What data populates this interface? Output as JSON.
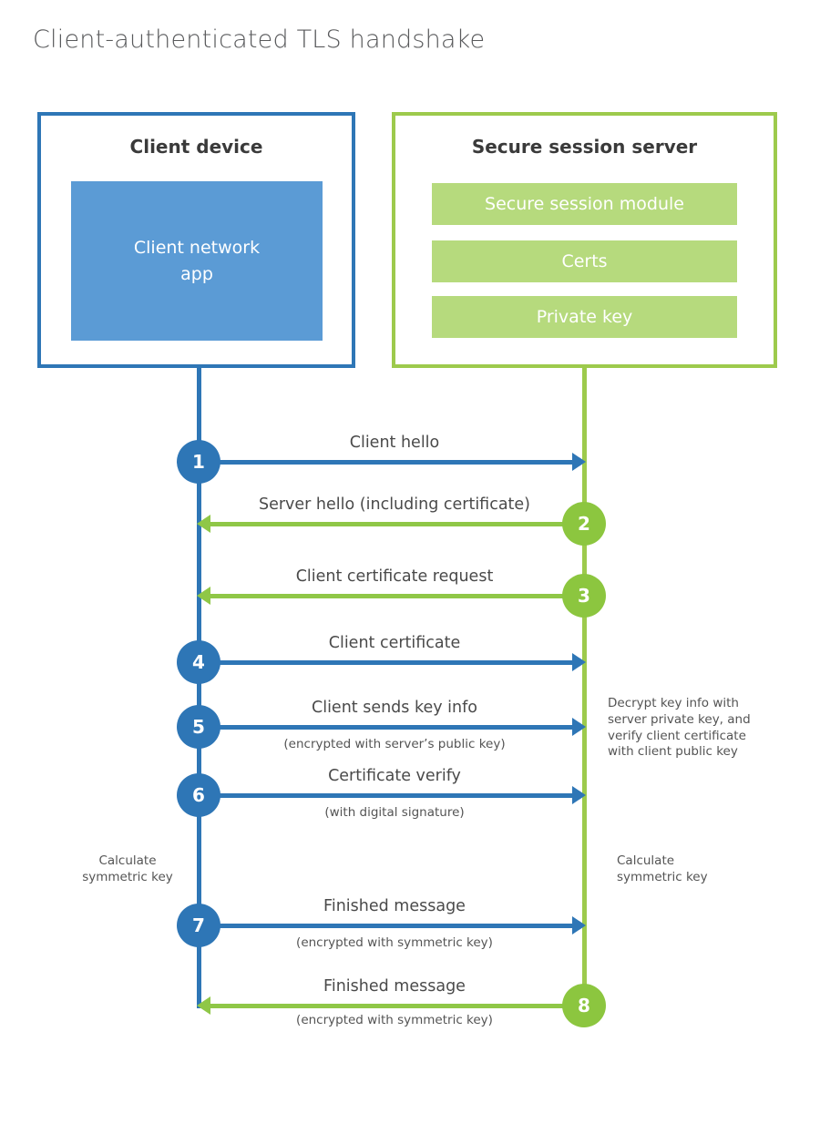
{
  "title": "Client-authenticated TLS handshake",
  "client": {
    "title": "Client device",
    "app_label": "Client network app"
  },
  "server": {
    "title": "Secure session server",
    "modules": [
      "Secure session module",
      "Certs",
      "Private key"
    ]
  },
  "steps": [
    {
      "number": "1",
      "label": "Client hello",
      "direction": "right",
      "from": "client"
    },
    {
      "number": "2",
      "label": "Server hello (including certificate)",
      "direction": "left",
      "from": "server"
    },
    {
      "number": "3",
      "label": "Client certificate request",
      "direction": "left",
      "from": "server"
    },
    {
      "number": "4",
      "label": "Client certificate",
      "direction": "right",
      "from": "client"
    },
    {
      "number": "5",
      "label": "Client sends key info",
      "sublabel": "(encrypted with server’s public key)",
      "direction": "right",
      "from": "client"
    },
    {
      "number": "6",
      "label": "Certificate verify",
      "sublabel": "(with digital signature)",
      "direction": "right",
      "from": "client"
    },
    {
      "number": "7",
      "label": "Finished message",
      "sublabel": "(encrypted with symmetric key)",
      "direction": "right",
      "from": "client"
    },
    {
      "number": "8",
      "label": "Finished message",
      "sublabel": "(encrypted with symmetric key)",
      "direction": "left",
      "from": "server"
    }
  ],
  "notes": {
    "decrypt": "Decrypt key info with server private key, and verify client certificate with client public key",
    "calc_left": "Calculate symmetric key",
    "calc_right": "Calculate symmetric key"
  },
  "colors": {
    "blue_accent": "#2e76b6",
    "blue_fill": "#5b9bd5",
    "green_accent": "#8cc63f",
    "green_border": "#9dca4c",
    "green_fill": "#b6da7d"
  }
}
